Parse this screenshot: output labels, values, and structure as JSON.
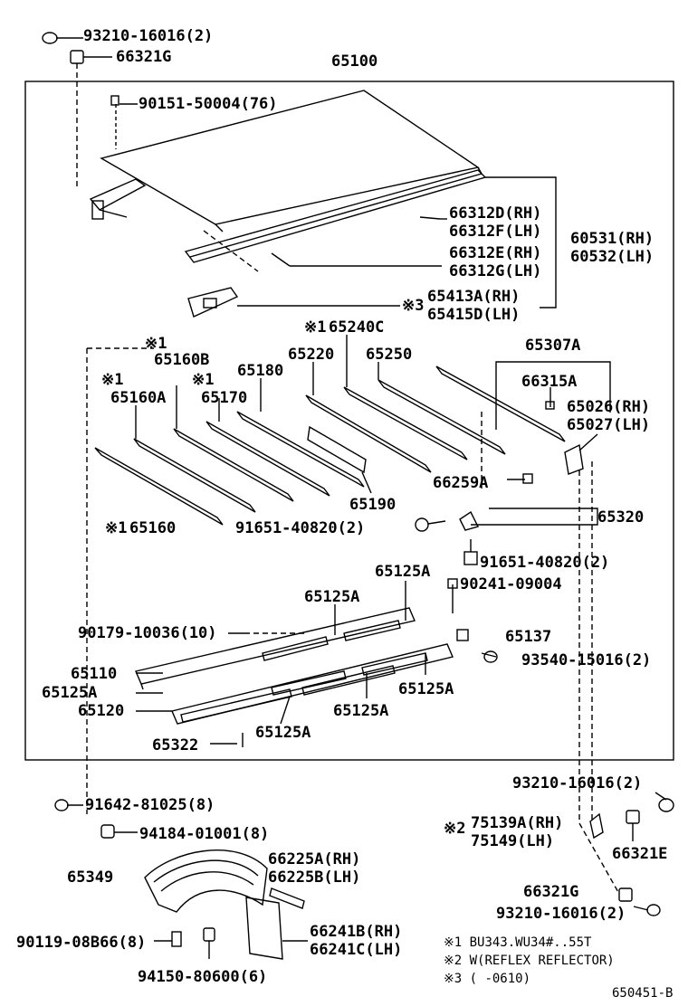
{
  "diagram_code": "650451-B",
  "box_part": "65100",
  "parts": {
    "p93210_top": "93210-16016(2)",
    "p66321G_top": "66321G",
    "p90151": "90151-50004(76)",
    "p66312D": "66312D(RH)",
    "p66312F": "66312F(LH)",
    "p66312E": "66312E(RH)",
    "p66312G": "66312G(LH)",
    "p60531": "60531(RH)",
    "p60532": "60532(LH)",
    "p65413A": "65413A(RH)",
    "p65415D": "65415D(LH)",
    "p65240C": "65240C",
    "p65160B": "65160B",
    "p65220": "65220",
    "p65250": "65250",
    "p65307A": "65307A",
    "p65180": "65180",
    "p65160A": "65160A",
    "p65170": "65170",
    "p66315A": "66315A",
    "p65026": "65026(RH)",
    "p65027": "65027(LH)",
    "p66259A": "66259A",
    "p65190": "65190",
    "p65160": "65160",
    "p91651_a": "91651-40820(2)",
    "p65320": "65320",
    "p91651_b": "91651-40820(2)",
    "p65125A_1": "65125A",
    "p90241": "90241-09004",
    "p65125A_2": "65125A",
    "p90179": "90179-10036(10)",
    "p65137": "65137",
    "p65110": "65110",
    "p93540": "93540-15016(2)",
    "p65125A_3": "65125A",
    "p65125A_4": "65125A",
    "p65120": "65120",
    "p65125A_5": "65125A",
    "p65322": "65322",
    "p65125A_6": "65125A",
    "p93210_mid": "93210-16016(2)",
    "p91642": "91642-81025(8)",
    "p94184": "94184-01001(8)",
    "p75139A": "75139A(RH)",
    "p75149": "75149(LH)",
    "p66321E": "66321E",
    "p66225A": "66225A(RH)",
    "p66225B": "66225B(LH)",
    "p65349": "65349",
    "p66321G_bot": "66321G",
    "p93210_bot": "93210-16016(2)",
    "p90119": "90119-08B66(8)",
    "p66241B": "66241B(RH)",
    "p66241C": "66241C(LH)",
    "p94150": "94150-80600(6)"
  },
  "marks": {
    "m1a": "※1",
    "m1b": "※1",
    "m1c": "※1",
    "m1d": "※1",
    "m1e": "※1",
    "m2": "※2",
    "m3": "※3"
  },
  "notes": {
    "n1": "※1 BU343.WU34#..55T",
    "n2": "※2 W(REFLEX REFLECTOR)",
    "n3": "※3 (      -0610)"
  }
}
